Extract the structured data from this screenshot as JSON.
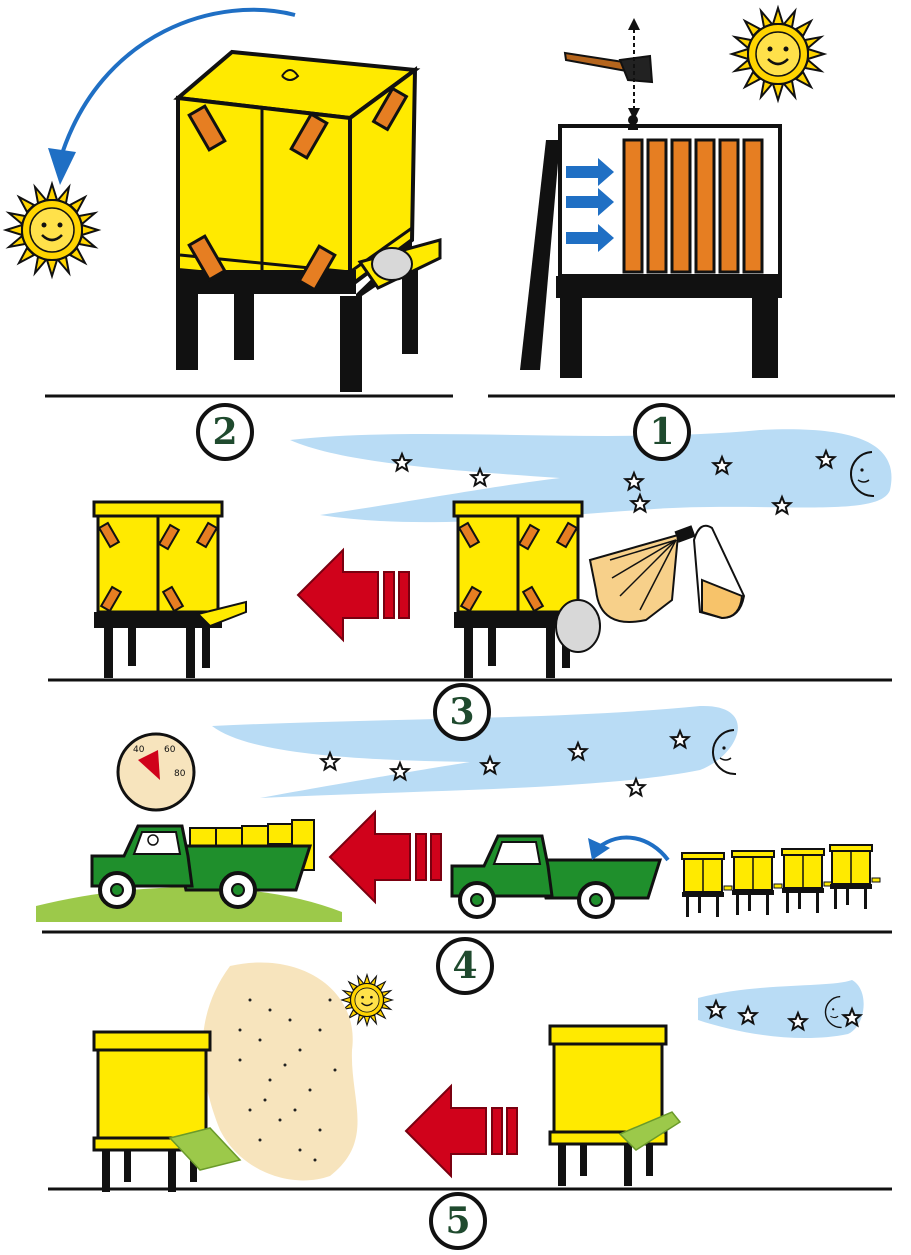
{
  "steps": [
    {
      "id": 1,
      "number": "1"
    },
    {
      "id": 2,
      "number": "2"
    },
    {
      "id": 3,
      "number": "3"
    },
    {
      "id": 4,
      "number": "4"
    },
    {
      "id": 5,
      "number": "5"
    }
  ],
  "thermometer": {
    "ticks": [
      "40",
      "60",
      "80"
    ]
  },
  "colors": {
    "hive_yellow": "#ffea00",
    "hive_edge": "#111111",
    "frame_orange": "#e67e22",
    "arrow_red": "#d0021b",
    "truck_green": "#1f8f2c",
    "sky_blue": "#b9dcf5",
    "blue_arrow": "#1f6fc4",
    "sun_yellow": "#ffd400",
    "smoke_tan": "#f7d08a",
    "grass_green": "#9cc94a"
  },
  "icons": [
    "sun-icon",
    "moon-icon",
    "star-icon",
    "hammer-icon",
    "sprayer-icon",
    "thermometer-icon",
    "truck-icon",
    "bee-swarm",
    "red-arrow-icon",
    "blue-arrow-icon"
  ]
}
